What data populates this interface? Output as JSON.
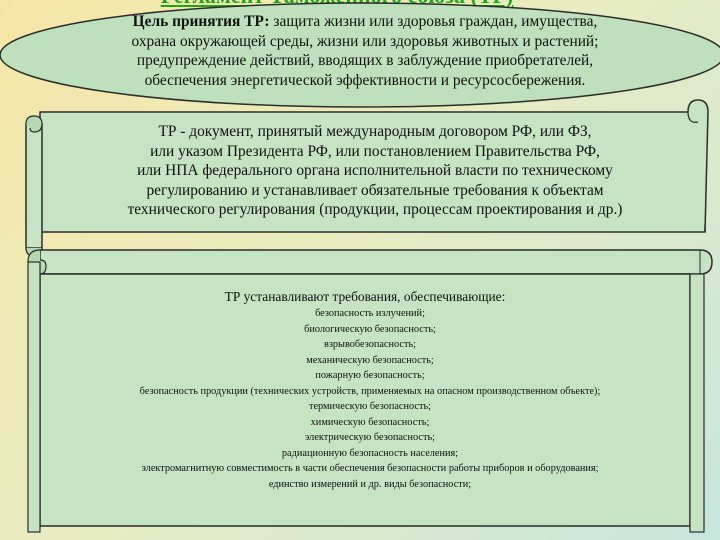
{
  "header": {
    "title": "Регламент Таможенного союза (ТР)"
  },
  "oval": {
    "bold_label": "Цель принятия ТР:",
    "line1_rest": " защита жизни или здоровья граждан, имущества,",
    "line2": "охрана окружающей среды, жизни или здоровья животных и растений;",
    "line3": "предупреждение действий, вводящих в заблуждение приобретателей,",
    "line4": "обеспечения энергетической эффективности и ресурсосбережения."
  },
  "scroll1": {
    "line1": "ТР - документ, принятый международным договором РФ, или ФЗ,",
    "line2": "или указом Президента РФ, или постановлением Правительства РФ,",
    "line3": "или НПА федерального органа исполнительной власти по техническому",
    "line4": "регулированию и устанавливает обязательные требования к объектам",
    "line5": "технического регулирования (продукции, процессам проектирования и др.)"
  },
  "scroll2": {
    "heading": "ТР устанавливают требования, обеспечивающие:",
    "items": [
      "безопасность излучений;",
      "биологическую безопасность;",
      "взрывобезопасность;",
      "механическую безопасность;",
      "пожарную безопасность;",
      "безопасность продукции (технических устройств, применяемых на опасном производственном объекте);",
      "термическую безопасность;",
      "химическую безопасность;",
      "электрическую безопасность;",
      "радиационную безопасность населения;",
      "электромагнитную совместимость в части обеспечения безопасности работы приборов и оборудования;",
      "единство измерений и др. виды безопасности;"
    ]
  },
  "colors": {
    "shape_fill": "#bfe0bc",
    "shape_stroke": "#2c2c2c",
    "scroll_fill": "#c6e3c4",
    "title_green": "#1aa81a"
  }
}
